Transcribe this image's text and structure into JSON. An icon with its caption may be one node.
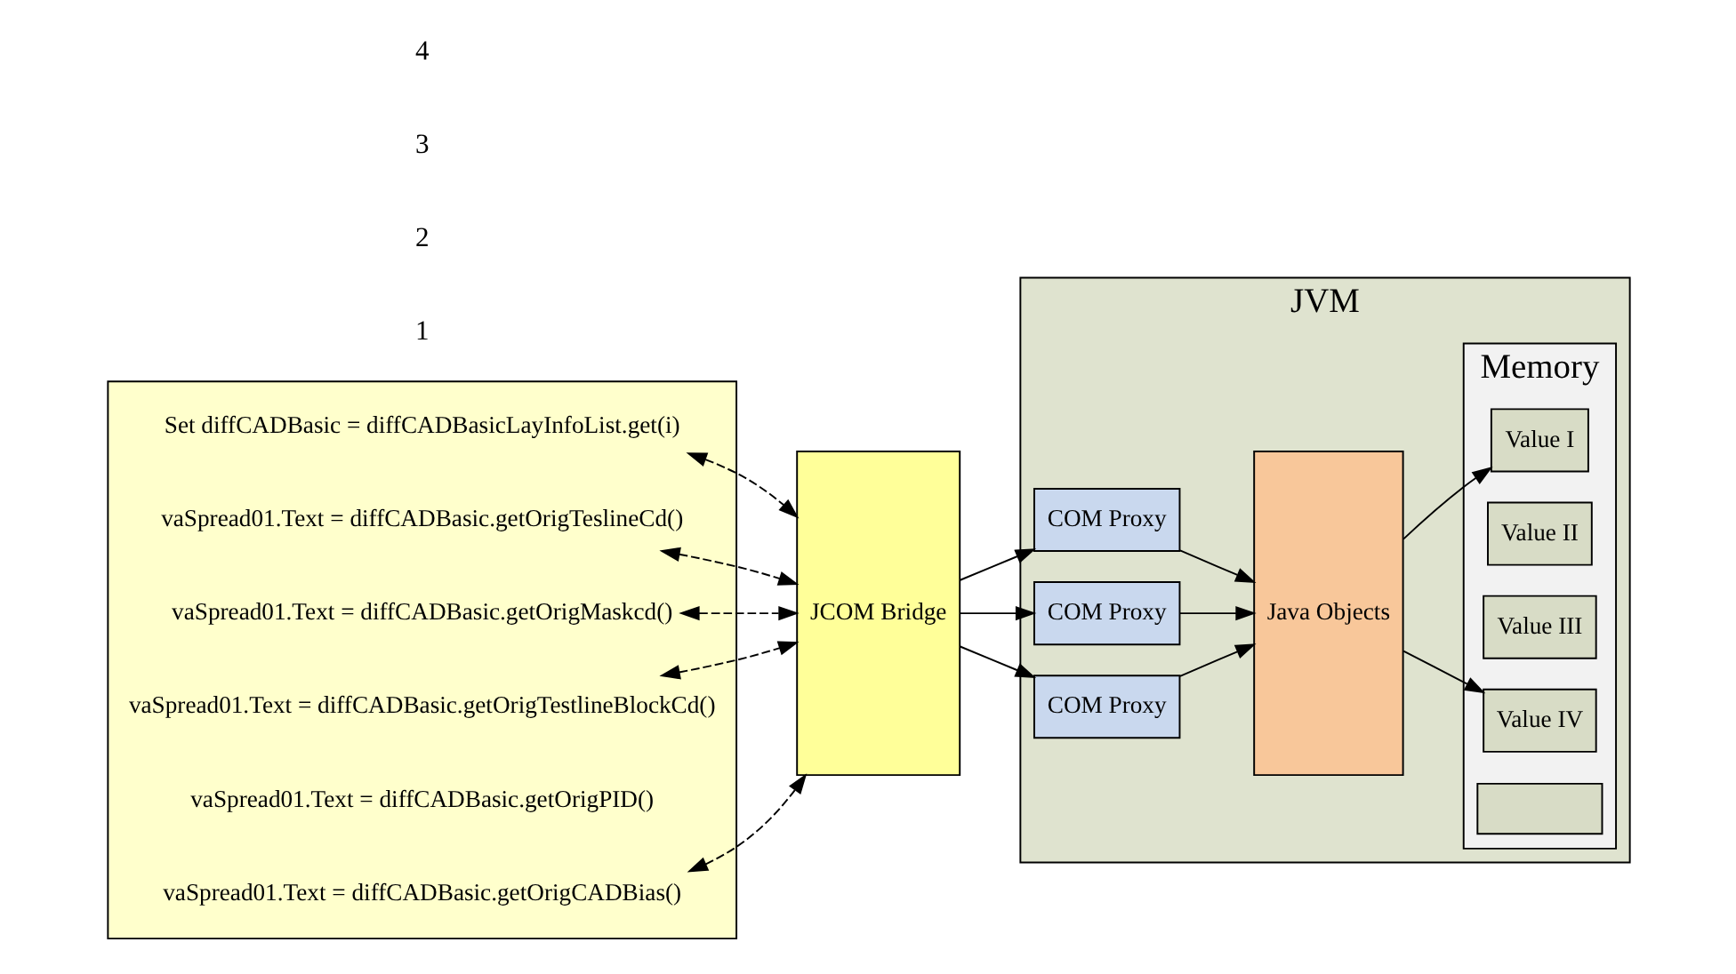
{
  "diagram": {
    "nodes": [
      {
        "text": [],
        "shape": "box"
      },
      {
        "text": [
          "Set diffCADBasic = diffCADBasicLayInfoList.get(i)"
        ],
        "in": 0
      },
      {
        "text": [
          "vaSpread01.Text = diffCADBasic.getOrigTeslineCd()"
        ],
        "in": 0
      },
      {
        "text": [
          "vaSpread01.Text = diffCADBasic.getOrigMaskcd()"
        ],
        "in": 0
      },
      {
        "text": [
          "vaSpread01.Text = diffCADBasic.getOrigTestlineBlockCd()"
        ],
        "in": 0
      },
      {
        "text": [
          "vaSpread01.Text = diffCADBasic.getOrigPID()"
        ],
        "in": 0
      },
      {
        "text": [
          "vaSpread01.Text = diffCADBasic.getOrigCADBias()"
        ],
        "in": 0
      },
      {
        "text": [
          "JVM"
        ]
      },
      {
        "text": [
          "JCOM Bridge"
        ]
      },
      {
        "text": [
          "COM Proxy"
        ],
        "in": 7
      },
      {
        "text": [
          "COM Proxy"
        ],
        "in": 7
      },
      {
        "text": [
          "COM Proxy"
        ],
        "in": 7
      },
      {
        "text": [
          "Java Objects"
        ],
        "in": 7
      },
      {
        "text": [
          "Memory"
        ],
        "in": 7
      },
      {
        "text": [
          "Value I"
        ],
        "in": 13
      },
      {
        "text": [
          "Value II"
        ],
        "in": 13
      },
      {
        "text": [
          "Value III"
        ],
        "in": 13
      },
      {
        "text": [
          "Value IV"
        ],
        "in": 13
      },
      {
        "text": [],
        "shape": "box",
        "in": 13
      }
    ],
    "edges": [
      {
        "from": 1,
        "to": 8,
        "arrow": "both",
        "style": "dashed"
      },
      {
        "from": 2,
        "to": 8,
        "arrow": "both",
        "style": "dashed"
      },
      {
        "from": 3,
        "to": 8,
        "arrow": "both",
        "style": "dashed"
      },
      {
        "from": 4,
        "to": 8,
        "arrow": "both",
        "style": "dashed"
      },
      {
        "from": 6,
        "to": 8,
        "arrow": "both",
        "style": "dashed"
      },
      {
        "from": 8,
        "to": 9,
        "arrow": "to"
      },
      {
        "from": 8,
        "to": 10,
        "arrow": "to"
      },
      {
        "from": 8,
        "to": 11,
        "arrow": "to"
      },
      {
        "from": 9,
        "to": 12,
        "arrow": "to"
      },
      {
        "from": 10,
        "to": 12,
        "arrow": "to"
      },
      {
        "from": 11,
        "to": 12,
        "arrow": "to"
      },
      {
        "from": 12,
        "to": 14,
        "arrow": "to"
      },
      {
        "from": 12,
        "to": 17,
        "arrow": "to"
      }
    ],
    "labels": [
      "1",
      "2",
      "3",
      "4"
    ]
  }
}
